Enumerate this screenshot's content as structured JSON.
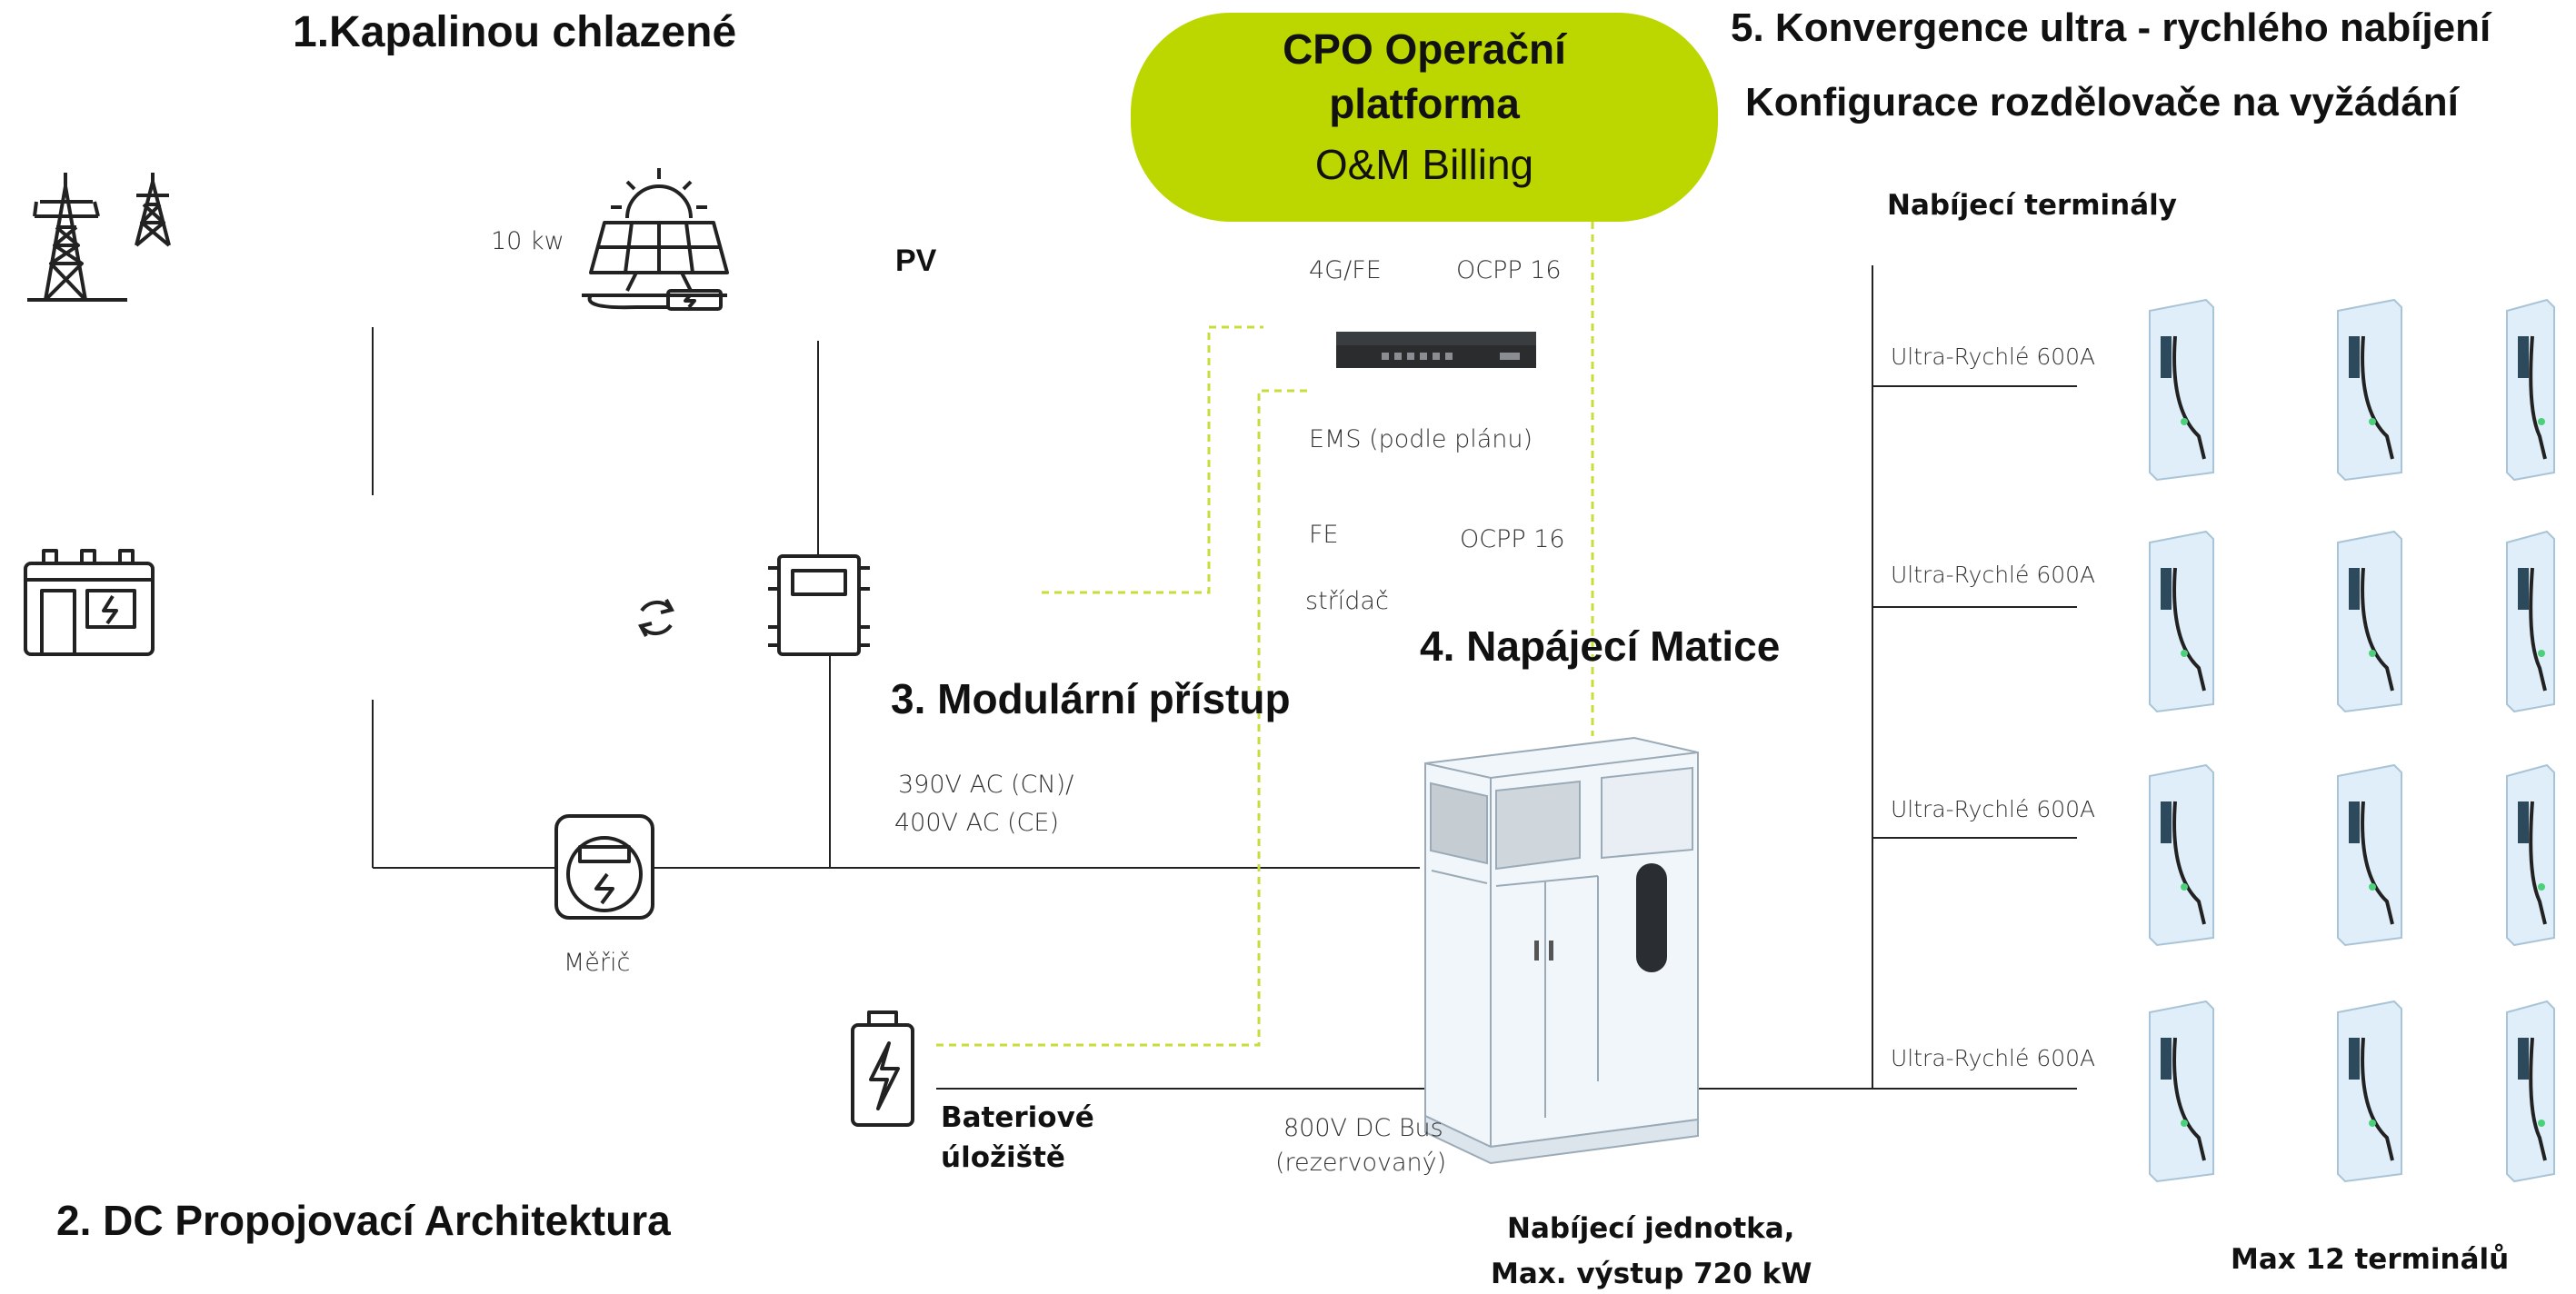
{
  "headings": {
    "h1": "1.Kapalinou chlazené",
    "h2": "2. DC Propojovací Architektura",
    "h3": "3. Modulární přístup",
    "h4": "4. Napájecí Matice",
    "h5a": "5. Konvergence ultra - rychlého nabíjení",
    "h5b": "Konfigurace rozdělovače na vyžádání"
  },
  "cpo": {
    "title_line1": "CPO Operační",
    "title_line2": "platforma",
    "subtitle": "O&M Billing",
    "color": "#bcd600"
  },
  "labels": {
    "kw": "10 kw",
    "pv": "PV",
    "fg_fe": "4G/FE",
    "ocpp1": "OCPP 16",
    "ems": "EMS (podle plánu)",
    "fe": "FE",
    "ocpp2": "OCPP 16",
    "stridac": "střídač",
    "ac_line1": "390V AC (CN)/",
    "ac_line2": "400V AC (CE)",
    "meter": "Měřič",
    "battery_line1": "Bateriové",
    "battery_line2": "úložiště",
    "dc_bus_line1": "800V DC Bus",
    "dc_bus_line2": "(rezervovaný)",
    "unit_line1": "Nabíjecí jednotka,",
    "unit_line2": "Max. výstup 720 kW",
    "terminals_title": "Nabíjecí terminály",
    "terminals_max": "Max 12 terminálů"
  },
  "branches": [
    "Ultra-Rychlé  600A",
    "Ultra-Rychlé  600A",
    "Ultra-Rychlé  600A",
    "Ultra-Rychlé  600A"
  ],
  "icons": [
    "power-tower-icon",
    "solar-panel-icon",
    "sync-icon",
    "inverter-icon",
    "battery-pack-icon",
    "electric-meter-icon",
    "battery-icon",
    "network-switch-icon",
    "power-cabinet-icon",
    "charger-terminal-icon"
  ],
  "colors": {
    "accent": "#bcd600",
    "line": "#222222",
    "dashed": "#c8dc3c",
    "charger": "#dfeef8"
  }
}
